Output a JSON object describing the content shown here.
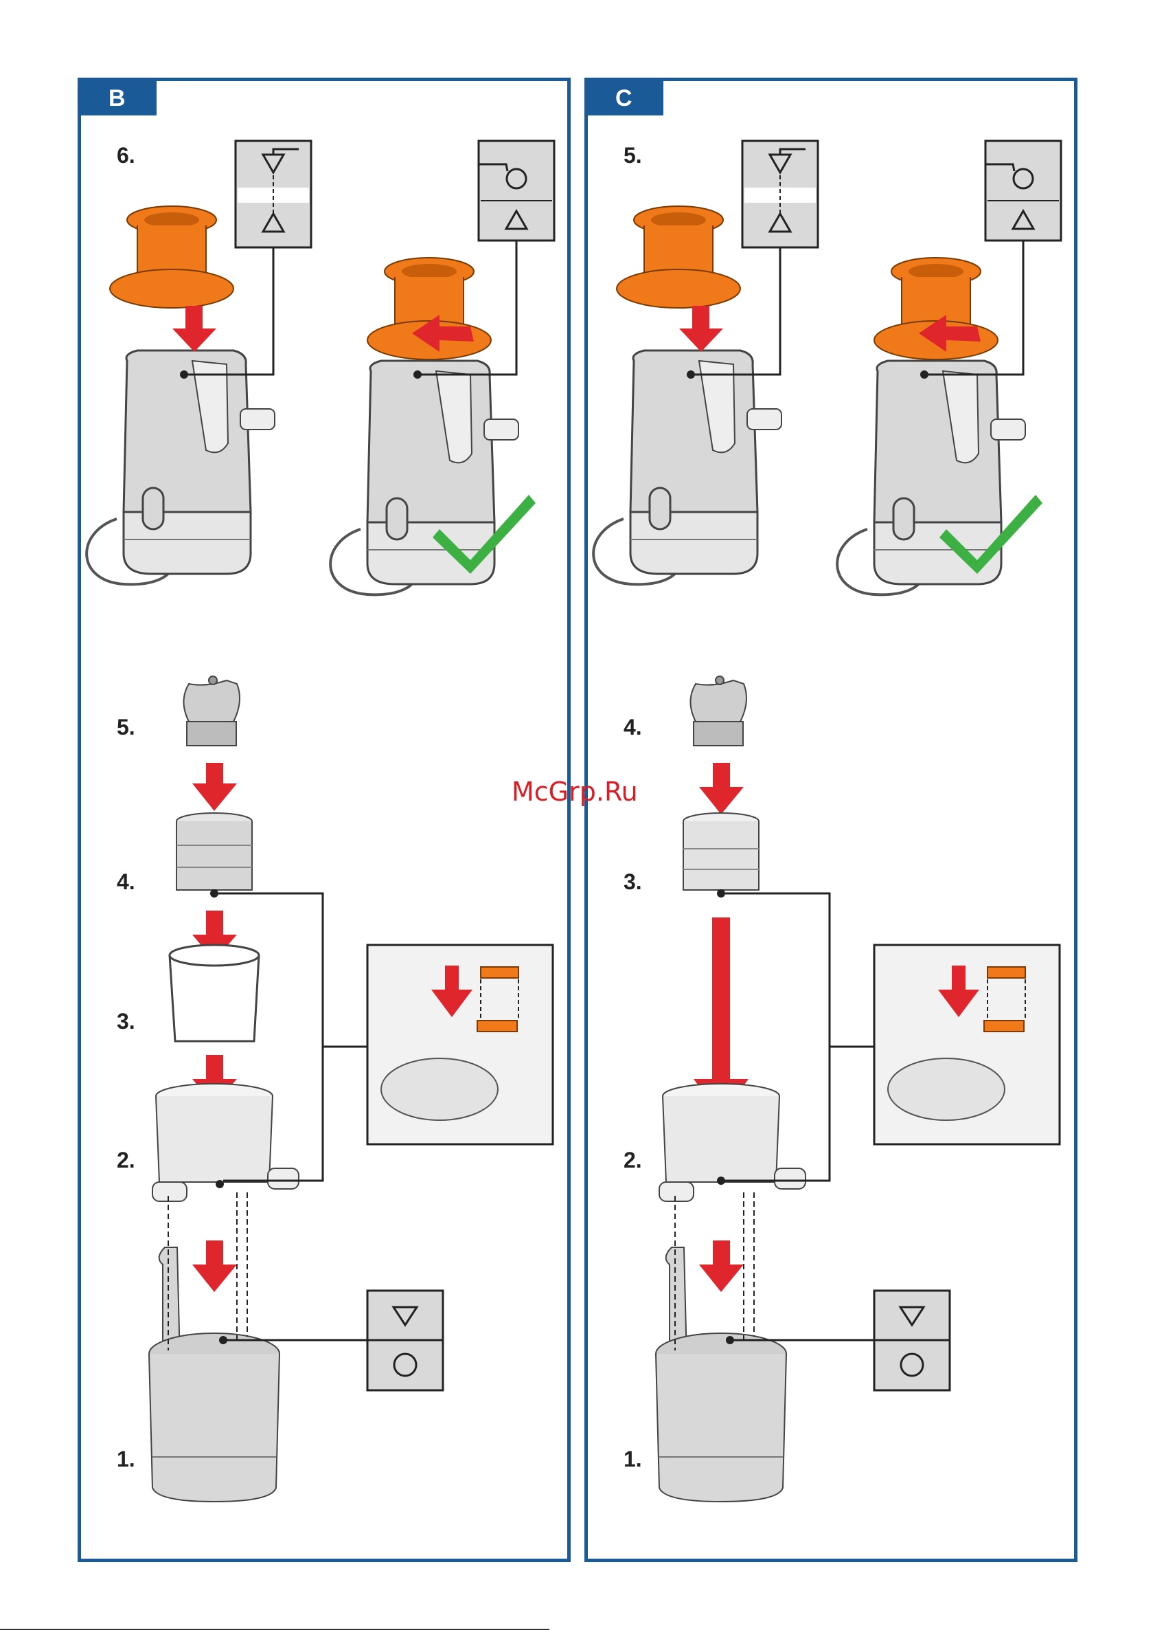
{
  "watermark": "McGrp.Ru",
  "colors": {
    "panel_border": "#1a5a96",
    "accent_orange": "#f07a1a",
    "arrow_red": "#e0262d",
    "check_green": "#3cb043",
    "body_grey": "#dcdcdc"
  },
  "panel_b": {
    "label": "B",
    "steps": [
      "6.",
      "5.",
      "4.",
      "3.",
      "2.",
      "1."
    ]
  },
  "panel_c": {
    "label": "C",
    "steps": [
      "5.",
      "4.",
      "3.",
      "2.",
      "1."
    ]
  },
  "icons": [
    "lock-symbol-icon",
    "unlock-symbol-icon",
    "triangle-circle-icon",
    "checkmark-icon",
    "arrow-down-icon",
    "arrow-left-icon"
  ]
}
